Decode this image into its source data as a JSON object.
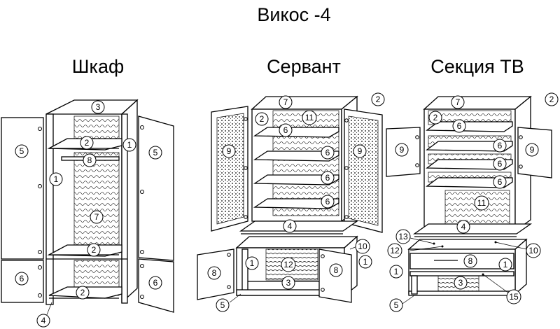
{
  "title": "Викос -4",
  "sections": {
    "wardrobe": "Шкаф",
    "sideboard": "Сервант",
    "tv": "Секция ТВ"
  },
  "parts": {
    "p1": "1",
    "p2": "2",
    "p3": "3",
    "p4": "4",
    "p5": "5",
    "p6": "6",
    "p7": "7",
    "p8": "8",
    "p9": "9",
    "p10": "10",
    "p11": "11",
    "p12": "12",
    "p13": "13",
    "p15": "15"
  }
}
